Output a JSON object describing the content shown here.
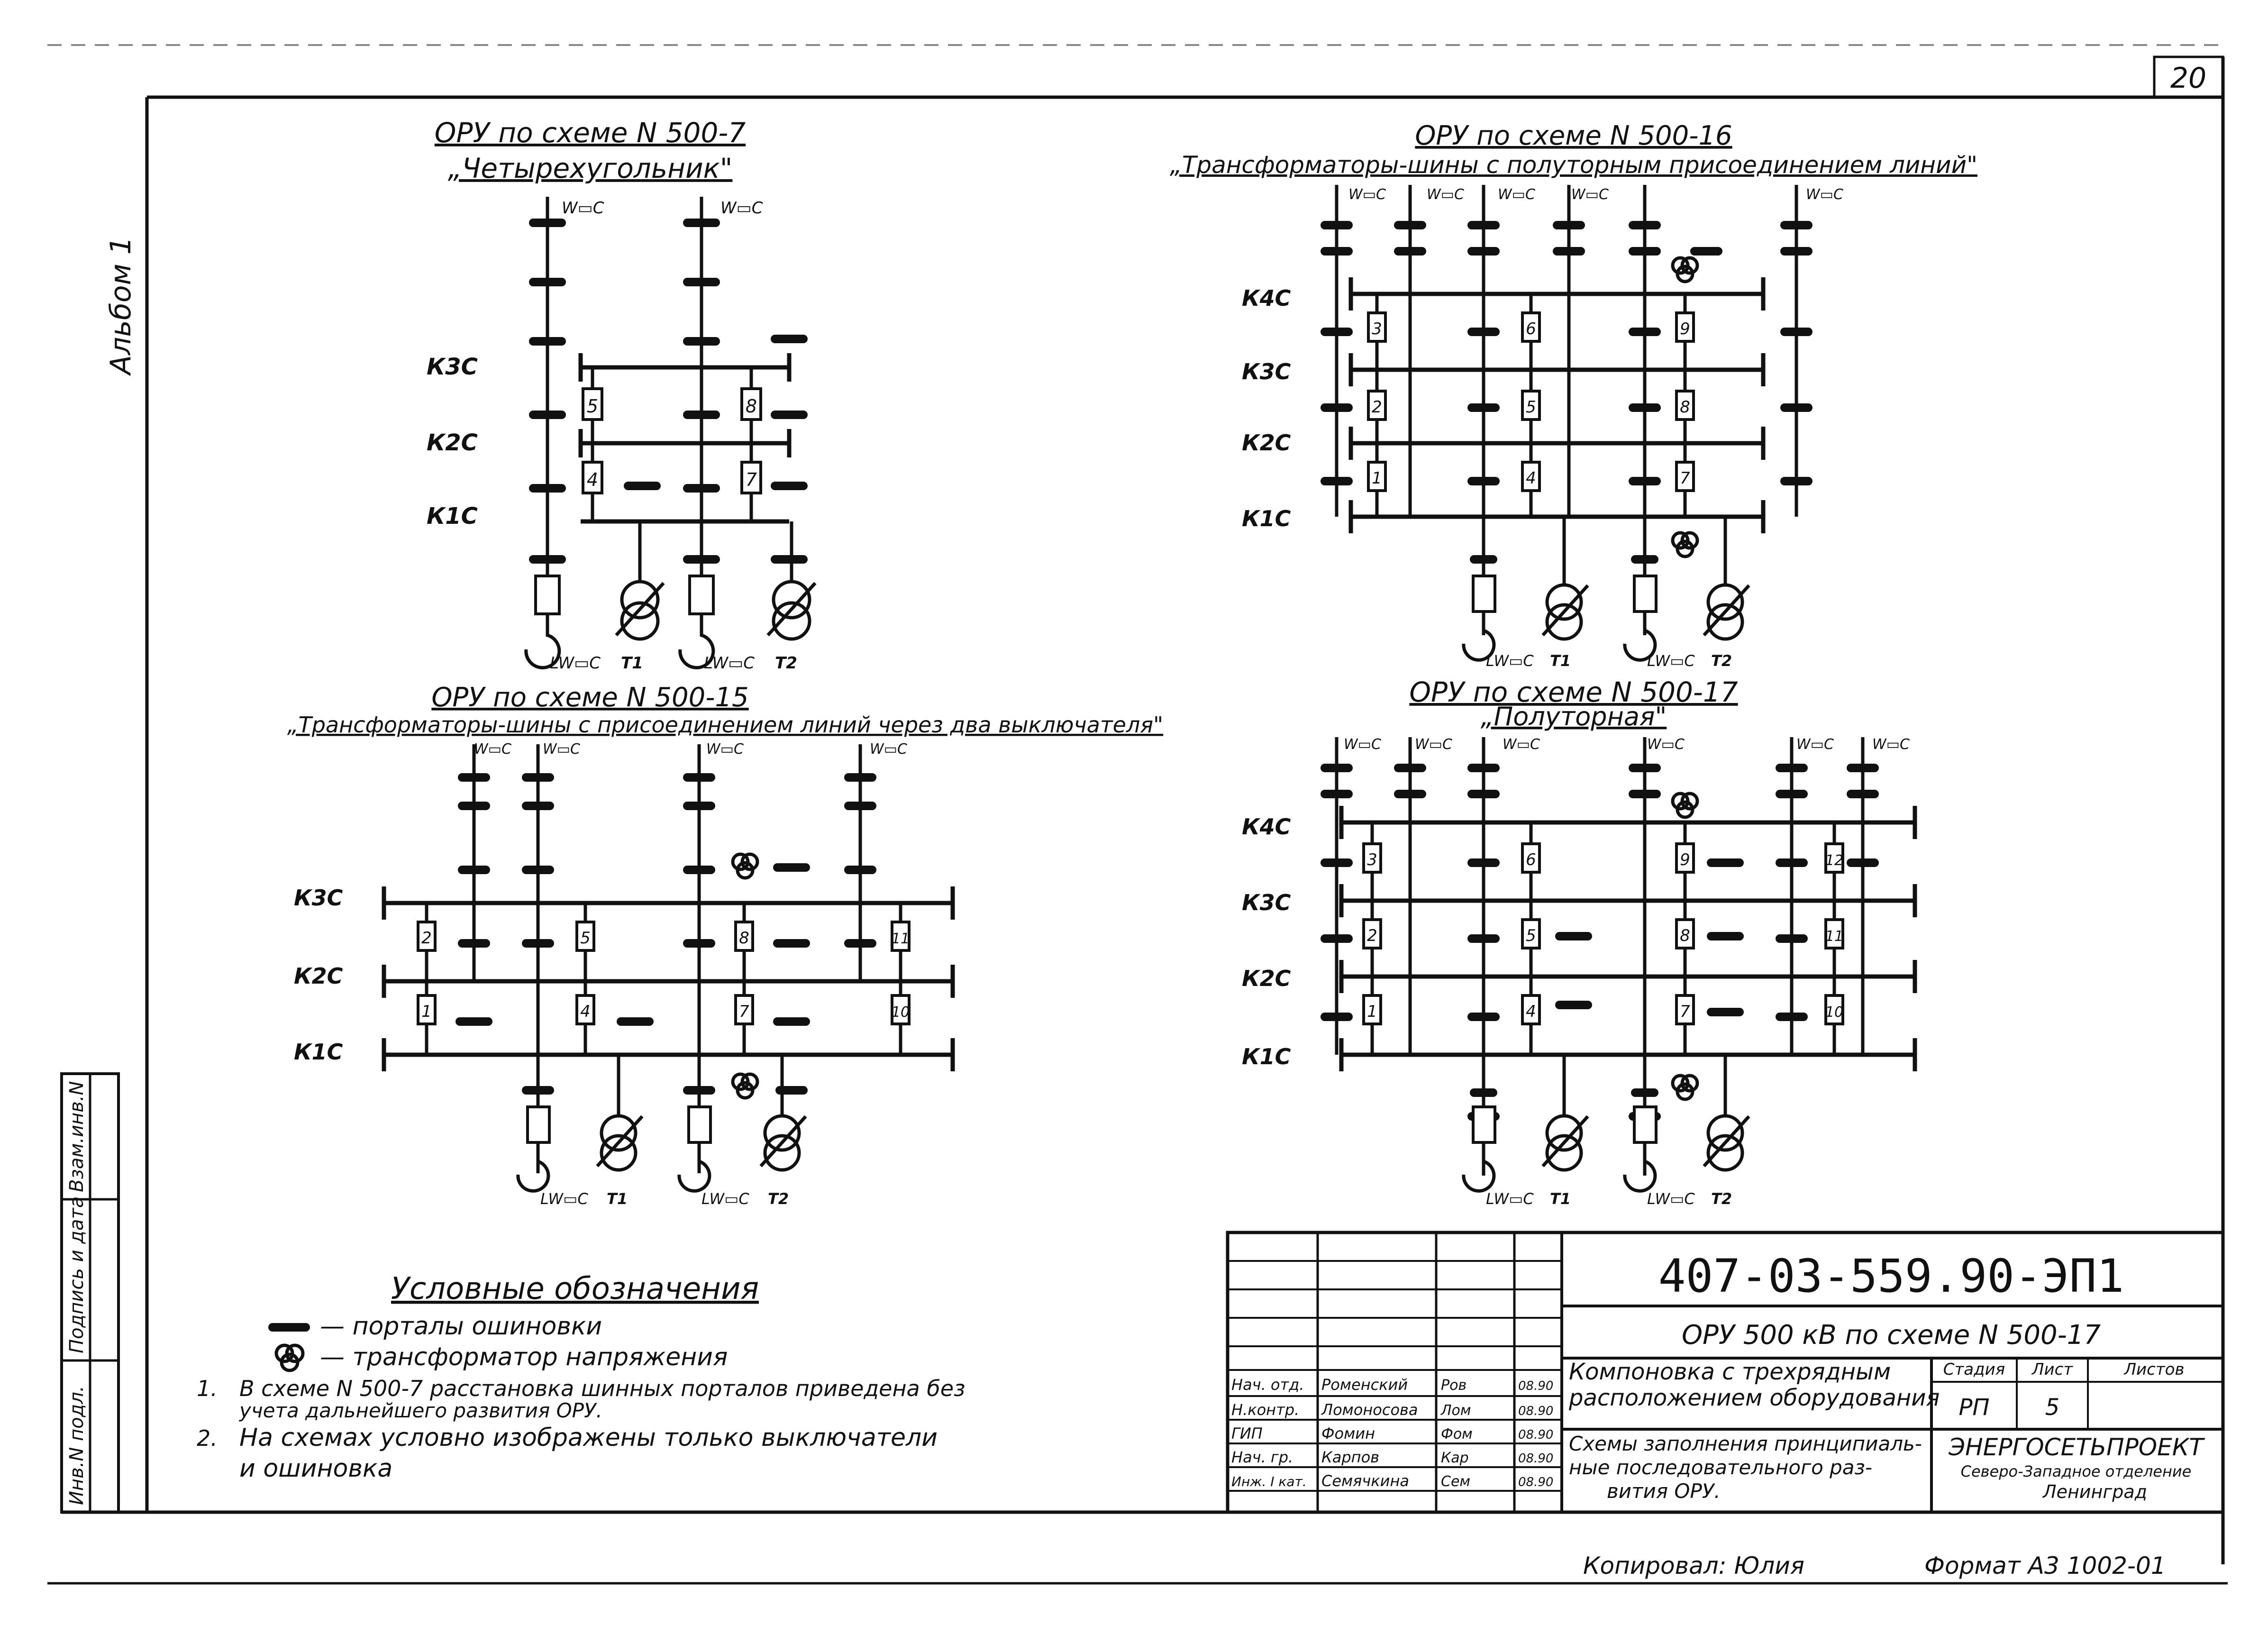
{
  "page": {
    "sheet_number": "20",
    "album_mark": "Альбом 1",
    "copied_by": "Копировал: Юлия",
    "format": "Формат А3 1002-01"
  },
  "side_stamp": {
    "inv_orig": "Инв.N подл.",
    "sign_date": "Подпись и дата",
    "replace_inv": "Взам.инв.N"
  },
  "diagrams": {
    "d1": {
      "title": "ОРУ по схеме N 500-7",
      "subtitle": "„Четырехугольник\"",
      "w_label": "W▭C",
      "rows": [
        "К3С",
        "К2С",
        "К1С"
      ],
      "breakers": [
        "5",
        "8",
        "4",
        "7"
      ],
      "bottom": [
        "LW▭C",
        "Т1",
        "LW▭C",
        "Т2"
      ]
    },
    "d2": {
      "title": "ОРУ по схеме N 500-16",
      "subtitle": "„Трансформаторы-шины с полуторным присоединением линий\"",
      "w_label": "W▭C",
      "rows": [
        "К4С",
        "К3С",
        "К2С",
        "К1С"
      ],
      "breakers": [
        "3",
        "6",
        "9",
        "2",
        "5",
        "8",
        "1",
        "4",
        "7"
      ],
      "bottom": [
        "LW▭C",
        "Т1",
        "LW▭C",
        "Т2"
      ]
    },
    "d3": {
      "title": "ОРУ по схеме N 500-15",
      "subtitle": "„Трансформаторы-шины с присоединением линий через два выключателя\"",
      "w_label": "W▭C",
      "rows": [
        "К3С",
        "К2С",
        "К1С"
      ],
      "breakers": [
        "2",
        "5",
        "8",
        "11",
        "1",
        "4",
        "7",
        "10"
      ],
      "bottom": [
        "LW▭C",
        "Т1",
        "LW▭C",
        "Т2"
      ]
    },
    "d4": {
      "title": "ОРУ по схеме N 500-17",
      "subtitle": "„Полуторная\"",
      "w_label": "W▭C",
      "rows": [
        "К4С",
        "К3С",
        "К2С",
        "К1С"
      ],
      "breakers": [
        "3",
        "6",
        "9",
        "12",
        "2",
        "5",
        "8",
        "11",
        "1",
        "4",
        "7",
        "10"
      ],
      "bottom": [
        "LW▭C",
        "Т1",
        "LW▭C",
        "Т2"
      ]
    }
  },
  "legend": {
    "title": "Условные обозначения",
    "item1": "— порталы ошиновки",
    "item2": "— трансформатор напряжения",
    "note1_num": "1.",
    "note1_a": "В схеме N 500-7 расстановка шинных порталов приведена без",
    "note1_b": "учета дальнейшего развития ОРУ.",
    "note2_num": "2.",
    "note2_a": "На схемах условно изображены только выключатели",
    "note2_b": "и ошиновка"
  },
  "title_block": {
    "doc_code": "407-03-559.90-ЭП1",
    "object": "ОРУ 500 кВ по схеме N 500-17",
    "sheet_title_a": "Компоновка с трехрядным",
    "sheet_title_b": "расположением оборудования",
    "drawing_a": "Схемы заполнения принципиаль-",
    "drawing_b": "ные последовательного раз-",
    "drawing_c": "вития ОРУ.",
    "h_stage": "Стадия",
    "h_sheet": "Лист",
    "h_sheets": "Листов",
    "stage": "РП",
    "sheet": "5",
    "company": "ЭНЕРГОСЕТЬПРОЕКТ",
    "branch": "Северо-Западное отделение",
    "city": "Ленинград",
    "people": [
      {
        "role": "Нач. отд.",
        "name": "Роменский",
        "sign": "Ров",
        "date": "08.90"
      },
      {
        "role": "Н.контр.",
        "name": "Ломоносова",
        "sign": "Лом",
        "date": "08.90"
      },
      {
        "role": "ГИП",
        "name": "Фомин",
        "sign": "Фом",
        "date": "08.90"
      },
      {
        "role": "Нач. гр.",
        "name": "Карпов",
        "sign": "Кар",
        "date": "08.90"
      },
      {
        "role": "Инж. I кат.",
        "name": "Семячкина",
        "sign": "Сем",
        "date": "08.90"
      }
    ]
  }
}
